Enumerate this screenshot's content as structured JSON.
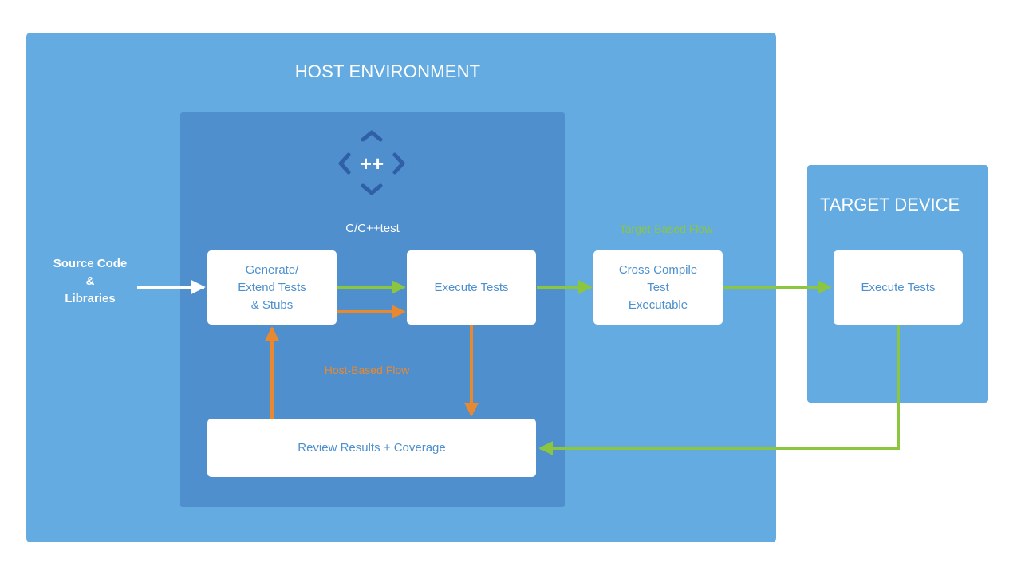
{
  "host_environment": {
    "title": "HOST ENVIRONMENT",
    "source_label": "Source Code\n&\nLibraries",
    "tool_name": "C/C++test",
    "logo_text": "++",
    "boxes": {
      "generate": "Generate/\nExtend Tests\n& Stubs",
      "execute": "Execute Tests",
      "cross_compile": "Cross Compile\nTest\nExecutable",
      "review": "Review Results + Coverage"
    },
    "flows": {
      "target_based": "Target-Based Flow",
      "host_based": "Host-Based Flow"
    }
  },
  "target_device": {
    "title": "TARGET DEVICE",
    "execute": "Execute Tests"
  },
  "colors": {
    "host_background": "#64abe1",
    "tool_panel": "#4f8fcd",
    "box_text": "#4d90cf",
    "target_flow": "#8cc63f",
    "host_flow": "#e8892f",
    "input_arrow": "#ffffff",
    "logo": "#2f5fa7"
  }
}
